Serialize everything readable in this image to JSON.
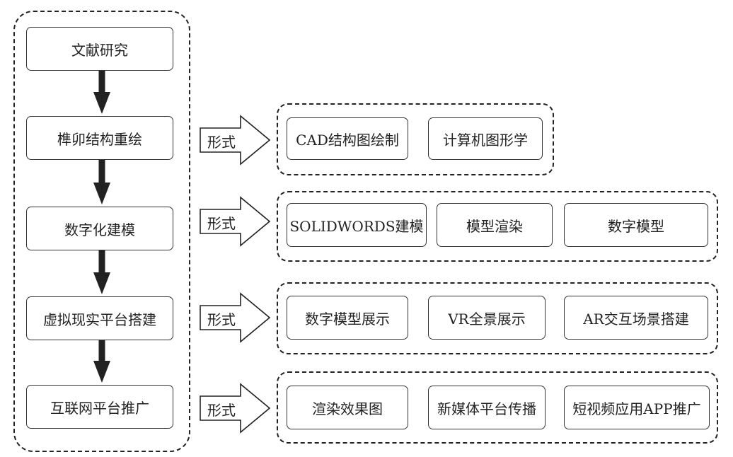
{
  "steps": [
    {
      "label": "文献研究"
    },
    {
      "label": "榫卯结构重绘"
    },
    {
      "label": "数字化建模"
    },
    {
      "label": "虚拟现实平台搭建"
    },
    {
      "label": "互联网平台推广"
    }
  ],
  "rows": [
    {
      "form_label": "形式",
      "items": [
        "CAD结构图绘制",
        "计算机图形学"
      ]
    },
    {
      "form_label": "形式",
      "items": [
        "SOLIDWORDS建模",
        "模型渲染",
        "数字模型"
      ]
    },
    {
      "form_label": "形式",
      "items": [
        "数字模型展示",
        "VR全景展示",
        "AR交互场景搭建"
      ]
    },
    {
      "form_label": "形式",
      "items": [
        "渲染效果图",
        "新媒体平台传播",
        "短视频应用APP推广"
      ]
    }
  ]
}
